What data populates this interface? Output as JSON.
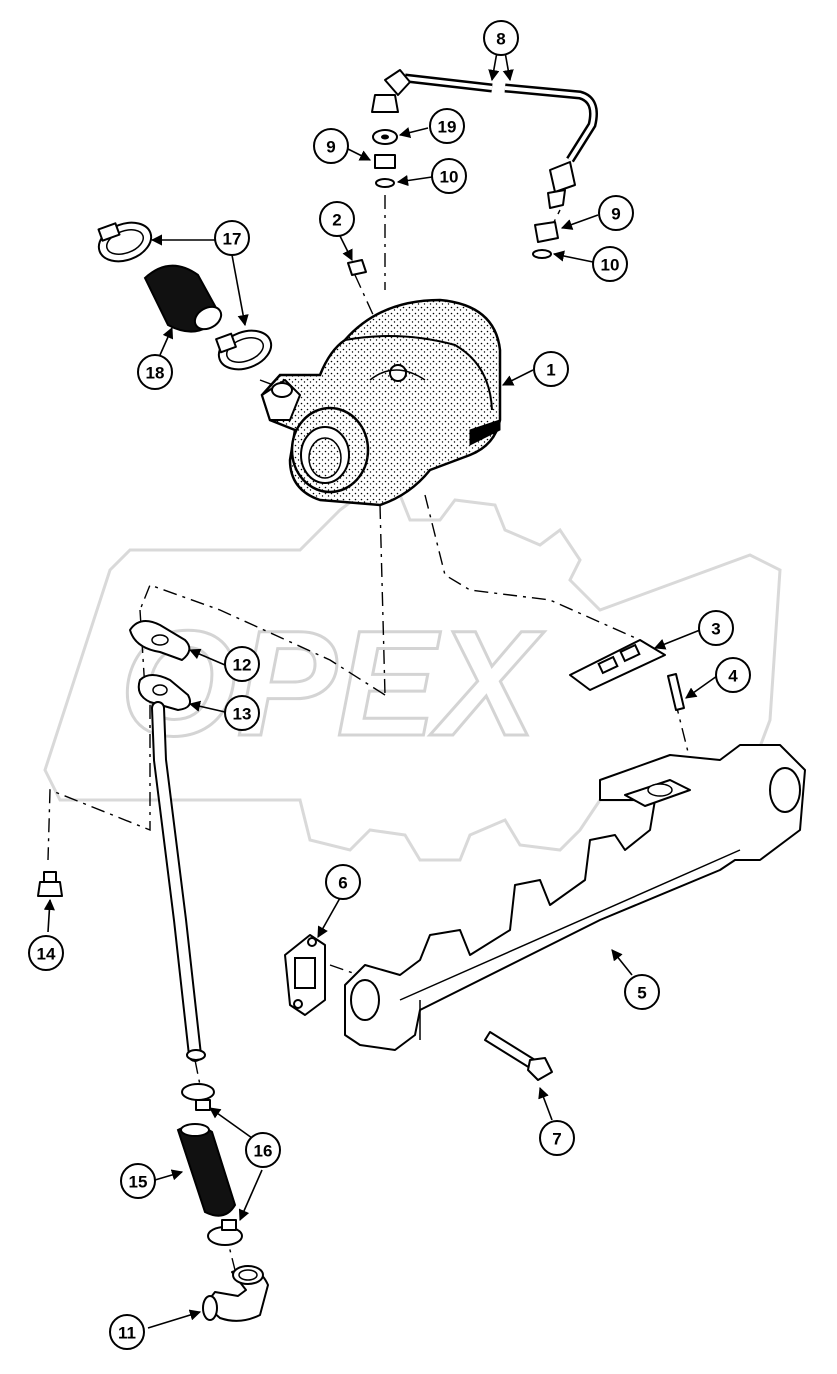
{
  "watermark": {
    "text": "OPEX"
  },
  "callouts": {
    "c1": "1",
    "c2": "2",
    "c3": "3",
    "c4": "4",
    "c5": "5",
    "c6": "6",
    "c7": "7",
    "c8": "8",
    "c9a": "9",
    "c9b": "9",
    "c10a": "10",
    "c10b": "10",
    "c11": "11",
    "c12": "12",
    "c13": "13",
    "c14": "14",
    "c15": "15",
    "c16": "16",
    "c17": "17",
    "c18": "18",
    "c19": "19"
  }
}
